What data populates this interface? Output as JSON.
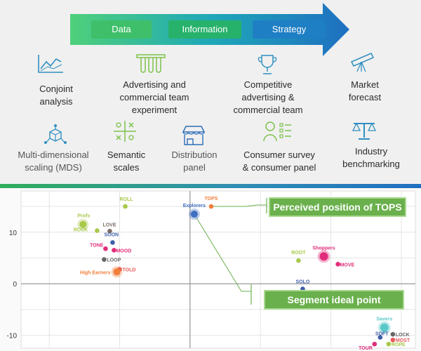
{
  "flow": {
    "stages": [
      {
        "label": "Data",
        "color": "#3fbf6a"
      },
      {
        "label": "Information",
        "color": "#27b26b"
      },
      {
        "label": "Strategy",
        "color": "#1f7fc4"
      }
    ]
  },
  "methods": [
    {
      "label": "Conjoint\nanalysis",
      "icon": "line-chart-icon"
    },
    {
      "label": "Advertising and\ncommercial team\nexperiment",
      "icon": "test-tubes-icon"
    },
    {
      "label": "Competitive\nadvertising &\ncommercial team",
      "icon": "trophy-icon"
    },
    {
      "label": "Market\nforecast",
      "icon": "telescope-icon"
    },
    {
      "label": "Multi-dimensional\nscaling (MDS)",
      "icon": "cube-network-icon"
    },
    {
      "label": "Semantic\nscales",
      "icon": "semantic-scale-icon"
    },
    {
      "label": "Distribution\npanel",
      "icon": "market-stall-icon"
    },
    {
      "label": "Consumer survey\n& consumer panel",
      "icon": "survey-person-icon"
    },
    {
      "label": "Industry\nbenchmarking",
      "icon": "balance-scale-icon"
    }
  ],
  "callouts": {
    "perceived": "Perceived position of TOPS",
    "ideal": "Segment ideal point"
  },
  "chart_data": {
    "type": "scatter",
    "title": "",
    "xlabel": "",
    "ylabel": "",
    "y_ticks": [
      "10",
      "0",
      "-10"
    ],
    "xlim": [
      -12,
      16
    ],
    "ylim": [
      -12.5,
      18
    ],
    "grid": true,
    "points": [
      {
        "label": "ROLL",
        "x": -4.6,
        "y": 15,
        "color": "#a8c94a",
        "size": 4
      },
      {
        "label": "Profs",
        "x": -7.6,
        "y": 11.5,
        "color": "#a8c94a",
        "size": 6
      },
      {
        "label": "ROCK",
        "x": -6.6,
        "y": 10.3,
        "color": "#a8c94a",
        "size": 4
      },
      {
        "label": "LOVE",
        "x": -5.7,
        "y": 10.2,
        "color": "#7a6a63",
        "size": 4
      },
      {
        "label": "SOON",
        "x": -5.5,
        "y": 8,
        "color": "#3f5ea8",
        "size": 4
      },
      {
        "label": "TONE",
        "x": -6.0,
        "y": 6.8,
        "color": "#e02d7a",
        "size": 4
      },
      {
        "label": "MOOD",
        "x": -5.4,
        "y": 6.5,
        "color": "#e02d7a",
        "size": 4
      },
      {
        "label": "LOOP",
        "x": -6.1,
        "y": 4.7,
        "color": "#666666",
        "size": 4
      },
      {
        "label": "TOLD",
        "x": -5.0,
        "y": 2.8,
        "color": "#e85a5a",
        "size": 4
      },
      {
        "label": "High Earners",
        "x": -5.2,
        "y": 2.3,
        "color": "#f07f3a",
        "size": 6
      },
      {
        "label": "Explorers",
        "x": 0.3,
        "y": 13.5,
        "color": "#3f6fc1",
        "size": 6
      },
      {
        "label": "TOPS",
        "x": 1.5,
        "y": 15,
        "color": "#f07f3a",
        "size": 4
      },
      {
        "label": "ROOT",
        "x": 7.7,
        "y": 4.5,
        "color": "#a8c94a",
        "size": 4
      },
      {
        "label": "Shoppers",
        "x": 9.5,
        "y": 5.3,
        "color": "#e02d7a",
        "size": 7
      },
      {
        "label": "MOVE",
        "x": 10.5,
        "y": 3.8,
        "color": "#e02d7a",
        "size": 4
      },
      {
        "label": "SOLO",
        "x": 8.0,
        "y": -1.0,
        "color": "#3f5ea8",
        "size": 4
      },
      {
        "label": "Savers",
        "x": 13.8,
        "y": -8.5,
        "color": "#5ac8c8",
        "size": 7
      },
      {
        "label": "SOFT",
        "x": 13.5,
        "y": -10.4,
        "color": "#3f5ea8",
        "size": 4
      },
      {
        "label": "LOCK",
        "x": 14.4,
        "y": -9.8,
        "color": "#666666",
        "size": 4
      },
      {
        "label": "MOST",
        "x": 14.4,
        "y": -10.9,
        "color": "#e85a5a",
        "size": 4
      },
      {
        "label": "TOUR",
        "x": 13.1,
        "y": -11.7,
        "color": "#e02d7a",
        "size": 4
      },
      {
        "label": "ROPE",
        "x": 14.1,
        "y": -11.7,
        "color": "#a8c94a",
        "size": 4
      }
    ]
  }
}
